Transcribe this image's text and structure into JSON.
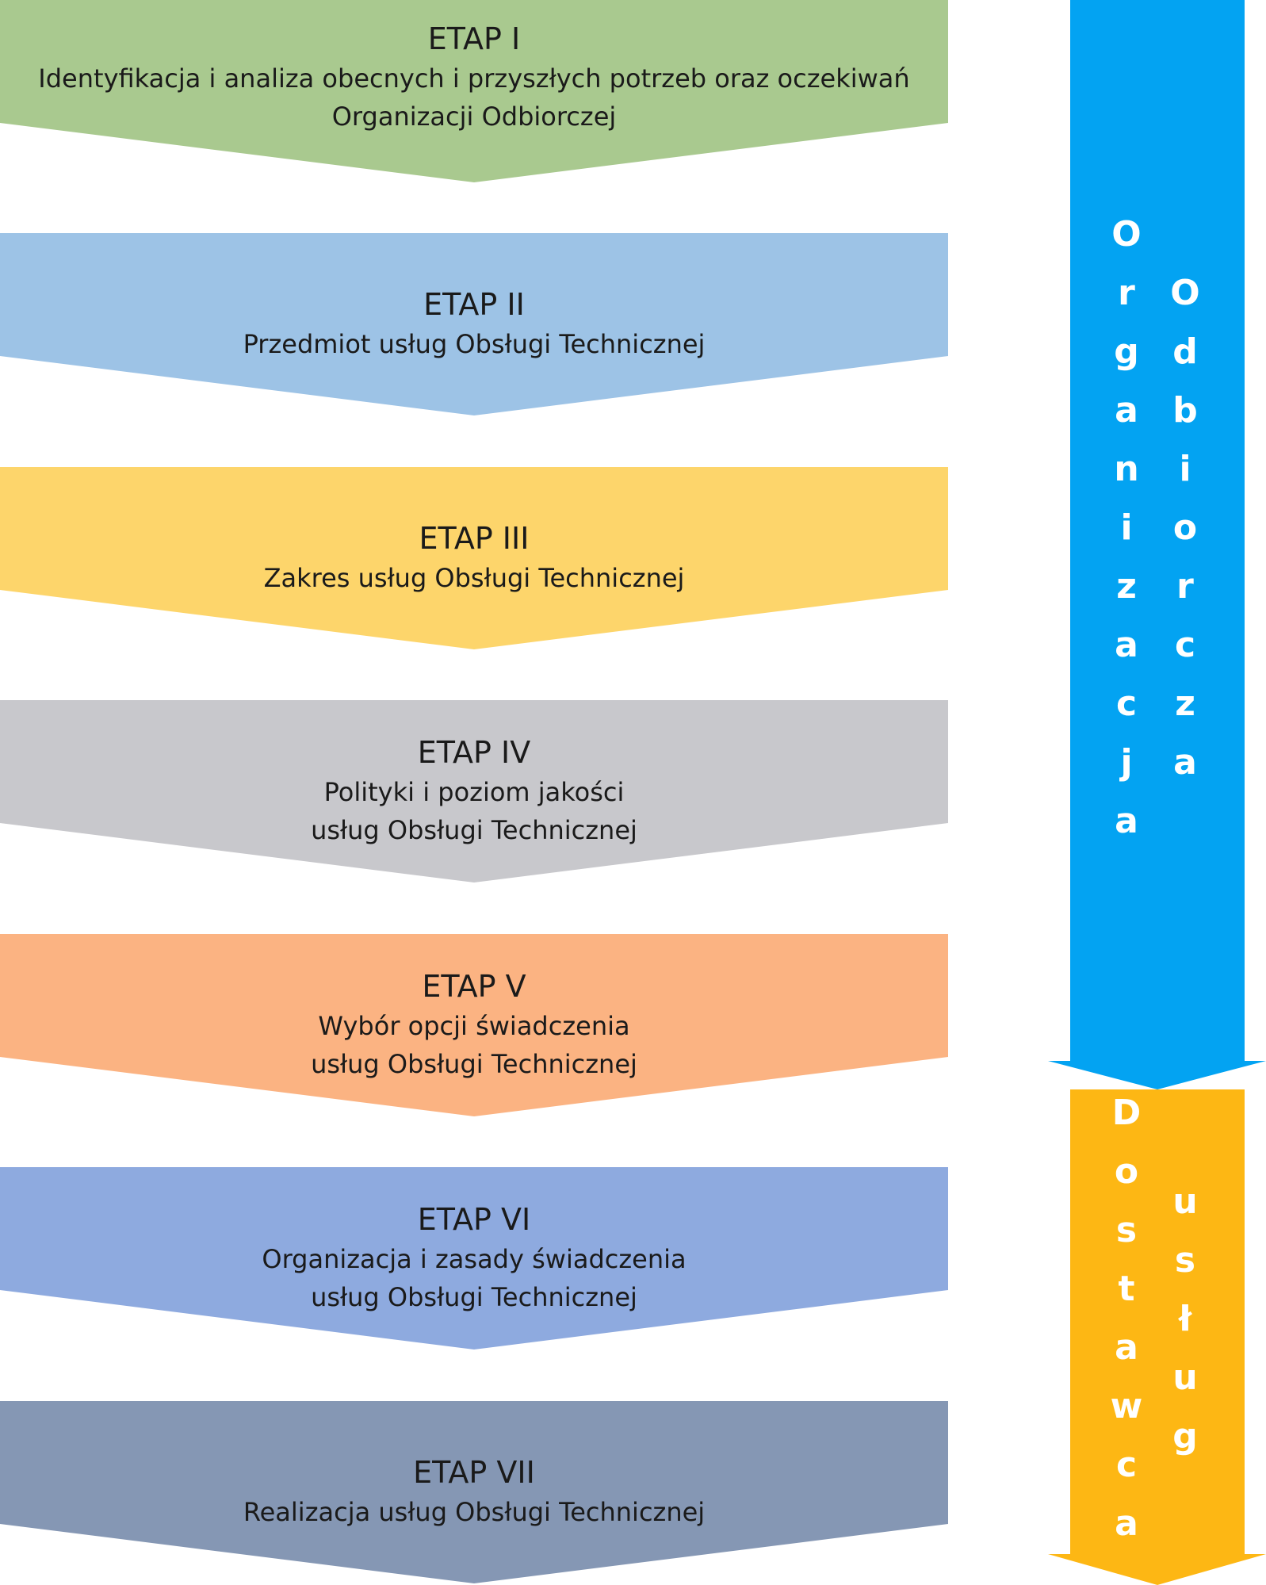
{
  "stages": [
    {
      "title": "ETAP I",
      "lines": [
        "Identyfikacja i analiza obecnych i przyszłych potrzeb oraz oczekiwań",
        "Organizacji Odbiorczej"
      ],
      "color": "#a9c98f"
    },
    {
      "title": "ETAP II",
      "lines": [
        "Przedmiot usług Obsługi Technicznej"
      ],
      "color": "#9dc3e6"
    },
    {
      "title": "ETAP III",
      "lines": [
        "Zakres usług Obsługi Technicznej"
      ],
      "color": "#fdd56b"
    },
    {
      "title": "ETAP IV",
      "lines": [
        "Polityki i poziom jakości",
        "usług Obsługi Technicznej"
      ],
      "color": "#c8c8cc"
    },
    {
      "title": "ETAP V",
      "lines": [
        "Wybór opcji świadczenia",
        "usług Obsługi Technicznej"
      ],
      "color": "#fbb382"
    },
    {
      "title": "ETAP VI",
      "lines": [
        "Organizacja i zasady świadczenia",
        "usług Obsługi Technicznej"
      ],
      "color": "#8eaadf"
    },
    {
      "title": "ETAP VII",
      "lines": [
        "Realizacja usług Obsługi Technicznej"
      ],
      "color": "#8597b4"
    }
  ],
  "side_arrows": [
    {
      "color": "#03a3f2",
      "words": [
        "Organizacja",
        "Odbiorcza"
      ]
    },
    {
      "color": "#fdb714",
      "words": [
        "Dostawca",
        "usług"
      ]
    }
  ]
}
